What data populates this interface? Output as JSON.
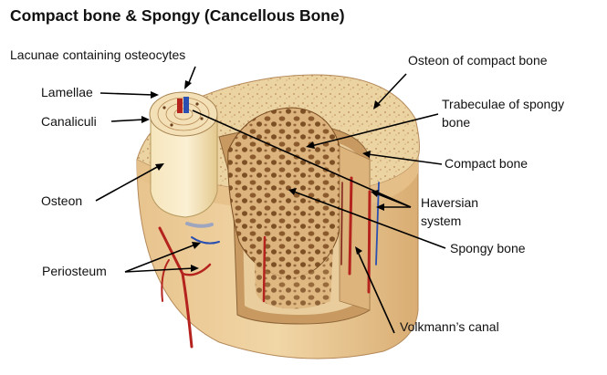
{
  "title": "Compact bone & Spongy (Cancellous Bone)",
  "labels": {
    "lacunae": "Lacunae containing osteocytes",
    "lamellae": "Lamellae",
    "canaliculi": "Canaliculi",
    "osteon": "Osteon",
    "periosteum": "Periosteum",
    "osteon_compact": "Osteon of compact bone",
    "trabeculae_1": "Trabeculae of spongy",
    "trabeculae_2": "bone",
    "compact_bone": "Compact bone",
    "haversian_1": "Haversian",
    "haversian_2": "system",
    "spongy_bone": "Spongy bone",
    "volkmann": "Volkmann’s canal"
  },
  "colors": {
    "bone_light": "#f2dfb6",
    "bone_mid": "#e2bf88",
    "bone_dark": "#c6915a",
    "spongy_fill": "#d8ad74",
    "spongy_hole": "#8a5a2c",
    "vessel_red": "#b5231e",
    "vessel_blue": "#2a4fb0",
    "pointer": "#000000"
  }
}
